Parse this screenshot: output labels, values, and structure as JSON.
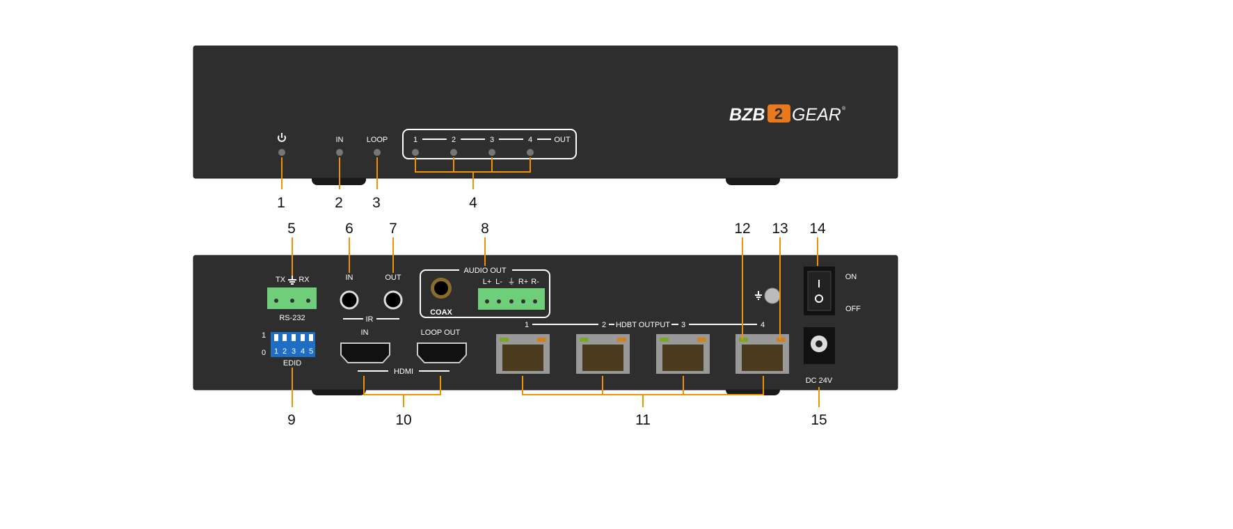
{
  "colors": {
    "chassis": "#2b2b2b",
    "callout": "#f39200",
    "terminal": "#6fce7a",
    "dip": "#1e6fc4",
    "logo_accent": "#e8791f"
  },
  "front": {
    "logo": "BZB2GEAR",
    "power_icon": "power-icon",
    "in_label": "IN",
    "loop_label": "LOOP",
    "out_numbers": [
      "1",
      "2",
      "3",
      "4"
    ],
    "out_label": "OUT"
  },
  "rear": {
    "rs232": {
      "tx": "TX",
      "rx": "RX",
      "label": "RS-232"
    },
    "ir": {
      "in": "IN",
      "out": "OUT",
      "label": "IR"
    },
    "audio": {
      "title": "AUDIO OUT",
      "coax": "COAX",
      "pins": [
        "L+",
        "L-",
        "⏚",
        "R+",
        "R-"
      ]
    },
    "edid": {
      "one": "1",
      "zero": "0",
      "switches": [
        "1",
        "2",
        "3",
        "4",
        "5"
      ],
      "label": "EDID"
    },
    "hdmi": {
      "in": "IN",
      "loop_out": "LOOP OUT",
      "label": "HDMI"
    },
    "hdbt": {
      "numbers": [
        "1",
        "2",
        "3",
        "4"
      ],
      "label": "HDBT OUTPUT"
    },
    "power": {
      "on": "ON",
      "off": "OFF",
      "dc": "DC 24V"
    }
  },
  "callouts": [
    "1",
    "2",
    "3",
    "4",
    "5",
    "6",
    "7",
    "8",
    "9",
    "10",
    "11",
    "12",
    "13",
    "14",
    "15"
  ]
}
